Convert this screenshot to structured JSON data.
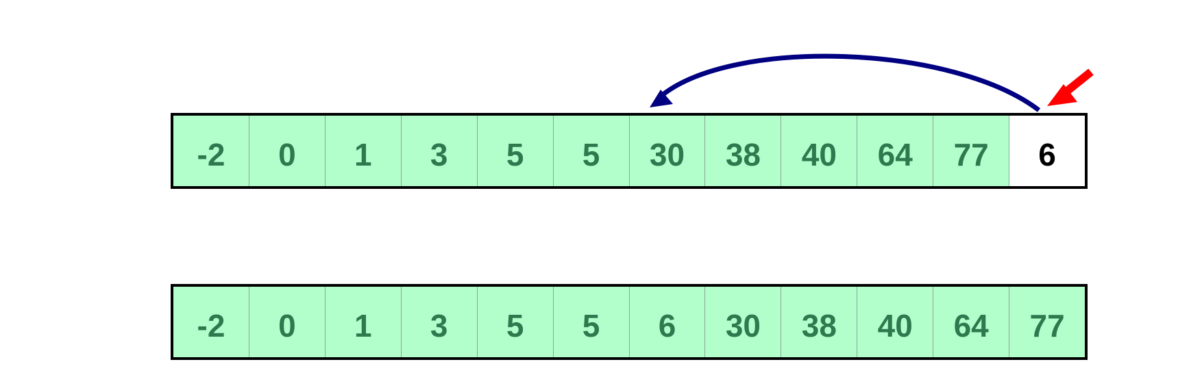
{
  "before": {
    "cells": [
      {
        "value": "-2",
        "state": "sorted"
      },
      {
        "value": "0",
        "state": "sorted"
      },
      {
        "value": "1",
        "state": "sorted"
      },
      {
        "value": "3",
        "state": "sorted"
      },
      {
        "value": "5",
        "state": "sorted"
      },
      {
        "value": "5",
        "state": "sorted"
      },
      {
        "value": "30",
        "state": "sorted"
      },
      {
        "value": "38",
        "state": "sorted"
      },
      {
        "value": "40",
        "state": "sorted"
      },
      {
        "value": "64",
        "state": "sorted"
      },
      {
        "value": "77",
        "state": "sorted"
      },
      {
        "value": "6",
        "state": "key"
      }
    ]
  },
  "after": {
    "cells": [
      {
        "value": "-2",
        "state": "sorted"
      },
      {
        "value": "0",
        "state": "sorted"
      },
      {
        "value": "1",
        "state": "sorted"
      },
      {
        "value": "3",
        "state": "sorted"
      },
      {
        "value": "5",
        "state": "sorted"
      },
      {
        "value": "5",
        "state": "sorted"
      },
      {
        "value": "6",
        "state": "sorted"
      },
      {
        "value": "30",
        "state": "sorted"
      },
      {
        "value": "38",
        "state": "sorted"
      },
      {
        "value": "40",
        "state": "sorted"
      },
      {
        "value": "64",
        "state": "sorted"
      },
      {
        "value": "77",
        "state": "sorted"
      }
    ]
  },
  "insertion": {
    "from_index": 11,
    "to_index": 6
  },
  "colors": {
    "sorted_fill": "#b3ffcc",
    "sorted_text": "#2e7a4f",
    "key_fill": "#ffffff",
    "key_text": "#000000",
    "move_arrow": "#000080",
    "pointer_arrow": "#ff0000"
  },
  "icons": {
    "move": "curved-arrow-icon",
    "pointer": "pointer-arrow-icon"
  }
}
